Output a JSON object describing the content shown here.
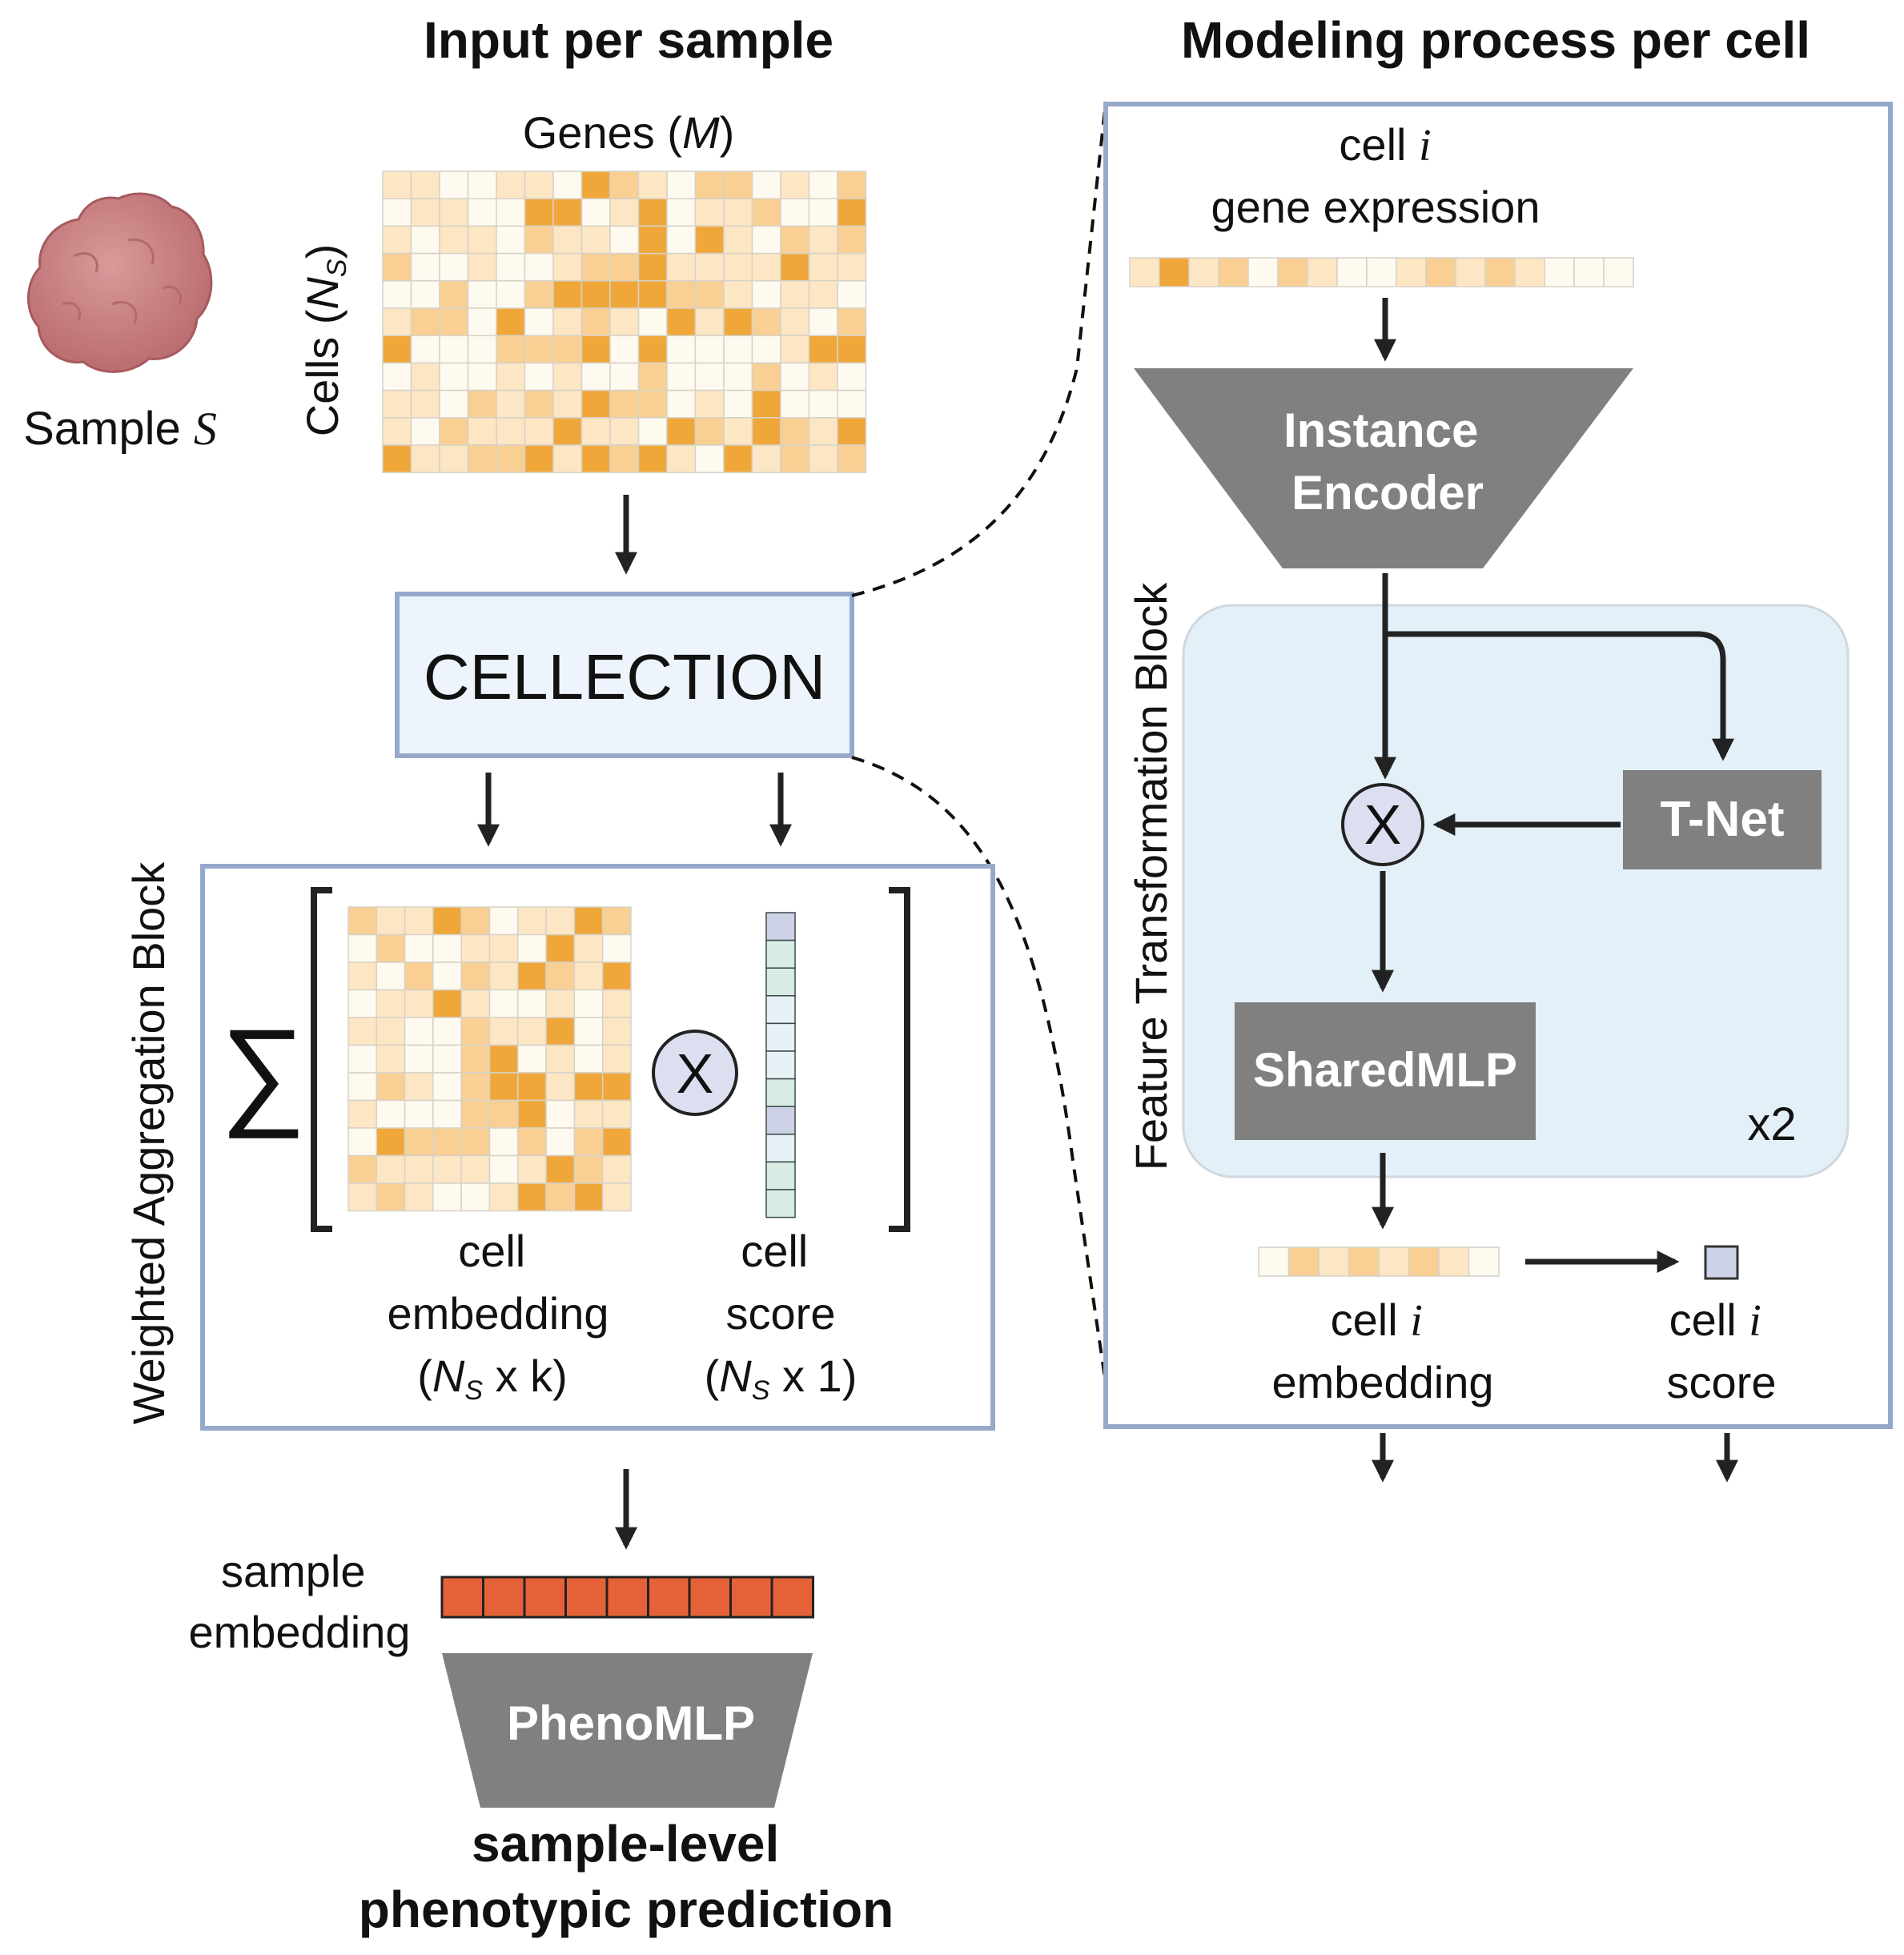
{
  "left_panel": {
    "title": "Input per sample",
    "sample_label_prefix": "Sample ",
    "sample_label_var": "S",
    "genes_label_prefix": "Genes (",
    "genes_label_var": "M",
    "genes_label_suffix": ")",
    "cells_label_prefix": "Cells (",
    "cells_label_var": "N",
    "cells_label_sub": "S",
    "cells_label_suffix": ")",
    "cellection_label": "CELLECTION",
    "aggregation_block_label": "Weighted Aggregation Block",
    "sigma_symbol": "∑",
    "multiply_symbol": "X",
    "cell_embedding_label": [
      "cell",
      "embedding"
    ],
    "cell_embedding_dims": {
      "open": "(",
      "var": "N",
      "sub": "S",
      "rest": " x k)"
    },
    "cell_score_label": [
      "cell",
      "score"
    ],
    "cell_score_dims": {
      "open": "(",
      "var": "N",
      "sub": "S",
      "rest": " x 1)"
    },
    "sample_embedding_label": [
      "sample",
      "embedding"
    ],
    "phenomlp_label": "PhenoMLP",
    "prediction_label": [
      "sample-level",
      "phenotypic prediction"
    ]
  },
  "right_panel": {
    "title": "Modeling process per cell",
    "cell_i_prefix": "cell ",
    "var_i": "i",
    "gene_expression_label": "gene expression",
    "instance_encoder_label": [
      "Instance",
      "Encoder"
    ],
    "feature_transformation_label": "Feature Transformation Block",
    "tnet_label": "T-Net",
    "multiply_symbol": "X",
    "sharedmlp_label": "SharedMLP",
    "repeat_label": "x2",
    "cell_i_embedding_label": "embedding",
    "cell_i_score_label": "score"
  },
  "colors": {
    "heat": [
      "#fffaf0",
      "#fde6c4",
      "#f9cf93",
      "#f0a73a"
    ],
    "panel_border": "#97a9cb",
    "cellection_fill": "#edf4fc",
    "feature_block_fill": "#e3f0f8",
    "gray_box": "#808080",
    "circle_fill": "#dcdfef",
    "sample_embedding": "#e56238",
    "score_blue": "#ced2e6",
    "score_teal": "#d8ebe5",
    "score_light": "#e7f1f6",
    "tumor": "#cf8788"
  }
}
